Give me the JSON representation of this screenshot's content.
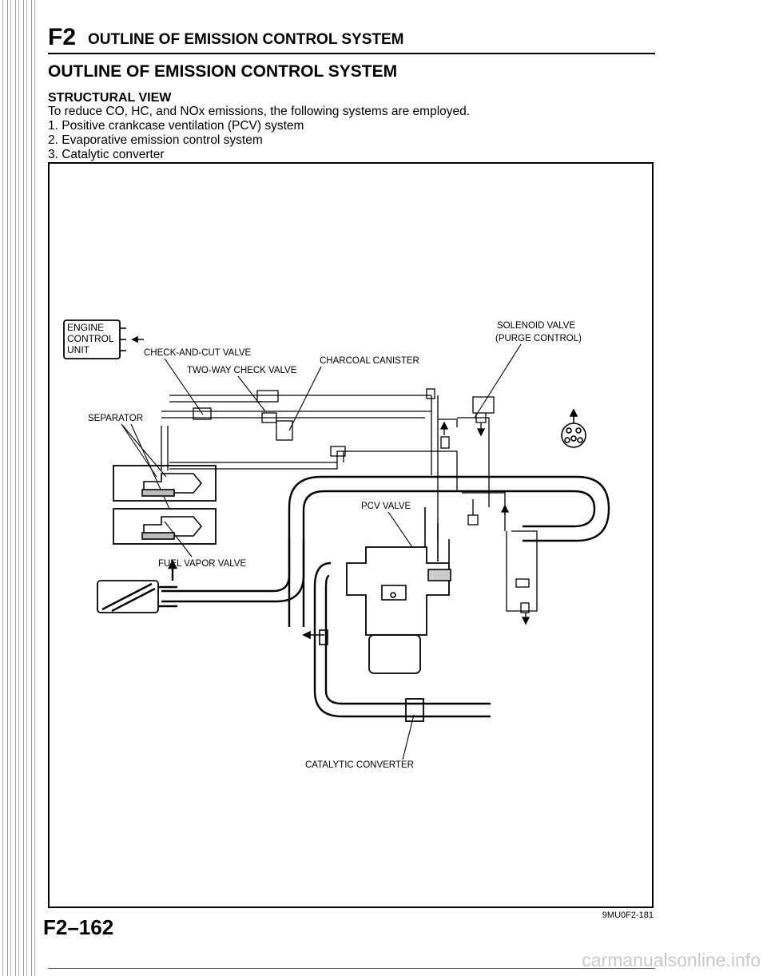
{
  "header": {
    "section_code": "F2",
    "section_name": "OUTLINE OF EMISSION CONTROL SYSTEM"
  },
  "page_title": "OUTLINE OF EMISSION CONTROL SYSTEM",
  "subheading": "STRUCTURAL VIEW",
  "intro": "To reduce CO, HC, and NOx emissions, the following systems are employed.",
  "systems": [
    "1. Positive crankcase ventilation (PCV) system",
    "2. Evaporative emission control system",
    "3. Catalytic converter"
  ],
  "diagram": {
    "ecu_lines": [
      "ENGINE",
      "CONTROL",
      "UNIT"
    ],
    "labels": {
      "check_and_cut_valve": "CHECK-AND-CUT VALVE",
      "two_way_check_valve": "TWO-WAY CHECK VALVE",
      "charcoal_canister": "CHARCOAL CANISTER",
      "solenoid_valve_line1": "SOLENOID VALVE",
      "solenoid_valve_line2": "(PURGE CONTROL)",
      "separator": "SEPARATOR",
      "pcv_valve": "PCV VALVE",
      "fuel_vapor_valve": "FUEL VAPOR VALVE",
      "catalytic_converter": "CATALYTIC CONVERTER"
    }
  },
  "figure_id": "9MU0F2-181",
  "page_number": "F2–162",
  "watermark": "carmanualsonline.info"
}
